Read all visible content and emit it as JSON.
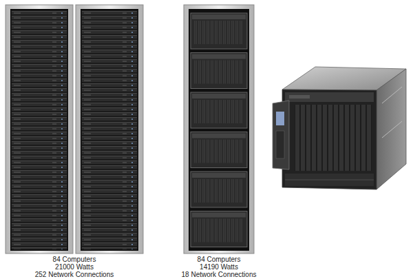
{
  "diagram": {
    "labels": [
      "84 Computers",
      "21000 Watts",
      "252 Network Connections",
      "84 Computers",
      "14190 Watts",
      "18 Network Connections"
    ]
  }
}
